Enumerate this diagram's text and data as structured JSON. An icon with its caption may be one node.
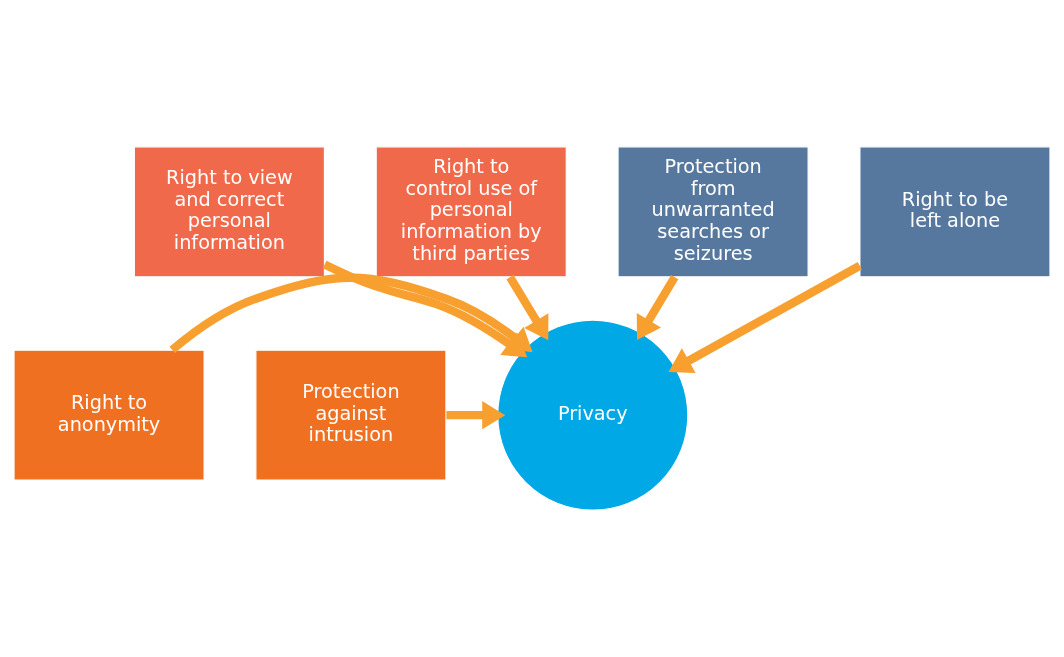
{
  "diagram": {
    "nodes": [
      {
        "text": [
          "Privacy"
        ]
      },
      {
        "text": [
          "Right to view and correct personal information"
        ]
      },
      {
        "text": [
          "Right to control use of personal information by third parties"
        ]
      },
      {
        "text": [
          "Protection from unwarranted searches or seizures"
        ]
      },
      {
        "text": [
          "Right to be left alone"
        ]
      },
      {
        "text": [
          "Right to anonymity"
        ]
      },
      {
        "text": [
          "Protection against intrusion"
        ]
      }
    ],
    "edges": [
      {
        "from": 1,
        "to": 0,
        "arrow": "to"
      },
      {
        "from": 2,
        "to": 0,
        "arrow": "to"
      },
      {
        "from": 3,
        "to": 0,
        "arrow": "to"
      },
      {
        "from": 4,
        "to": 0,
        "arrow": "to"
      },
      {
        "from": 5,
        "to": 0,
        "arrow": "to"
      },
      {
        "from": 6,
        "to": 0,
        "arrow": "to"
      }
    ]
  }
}
